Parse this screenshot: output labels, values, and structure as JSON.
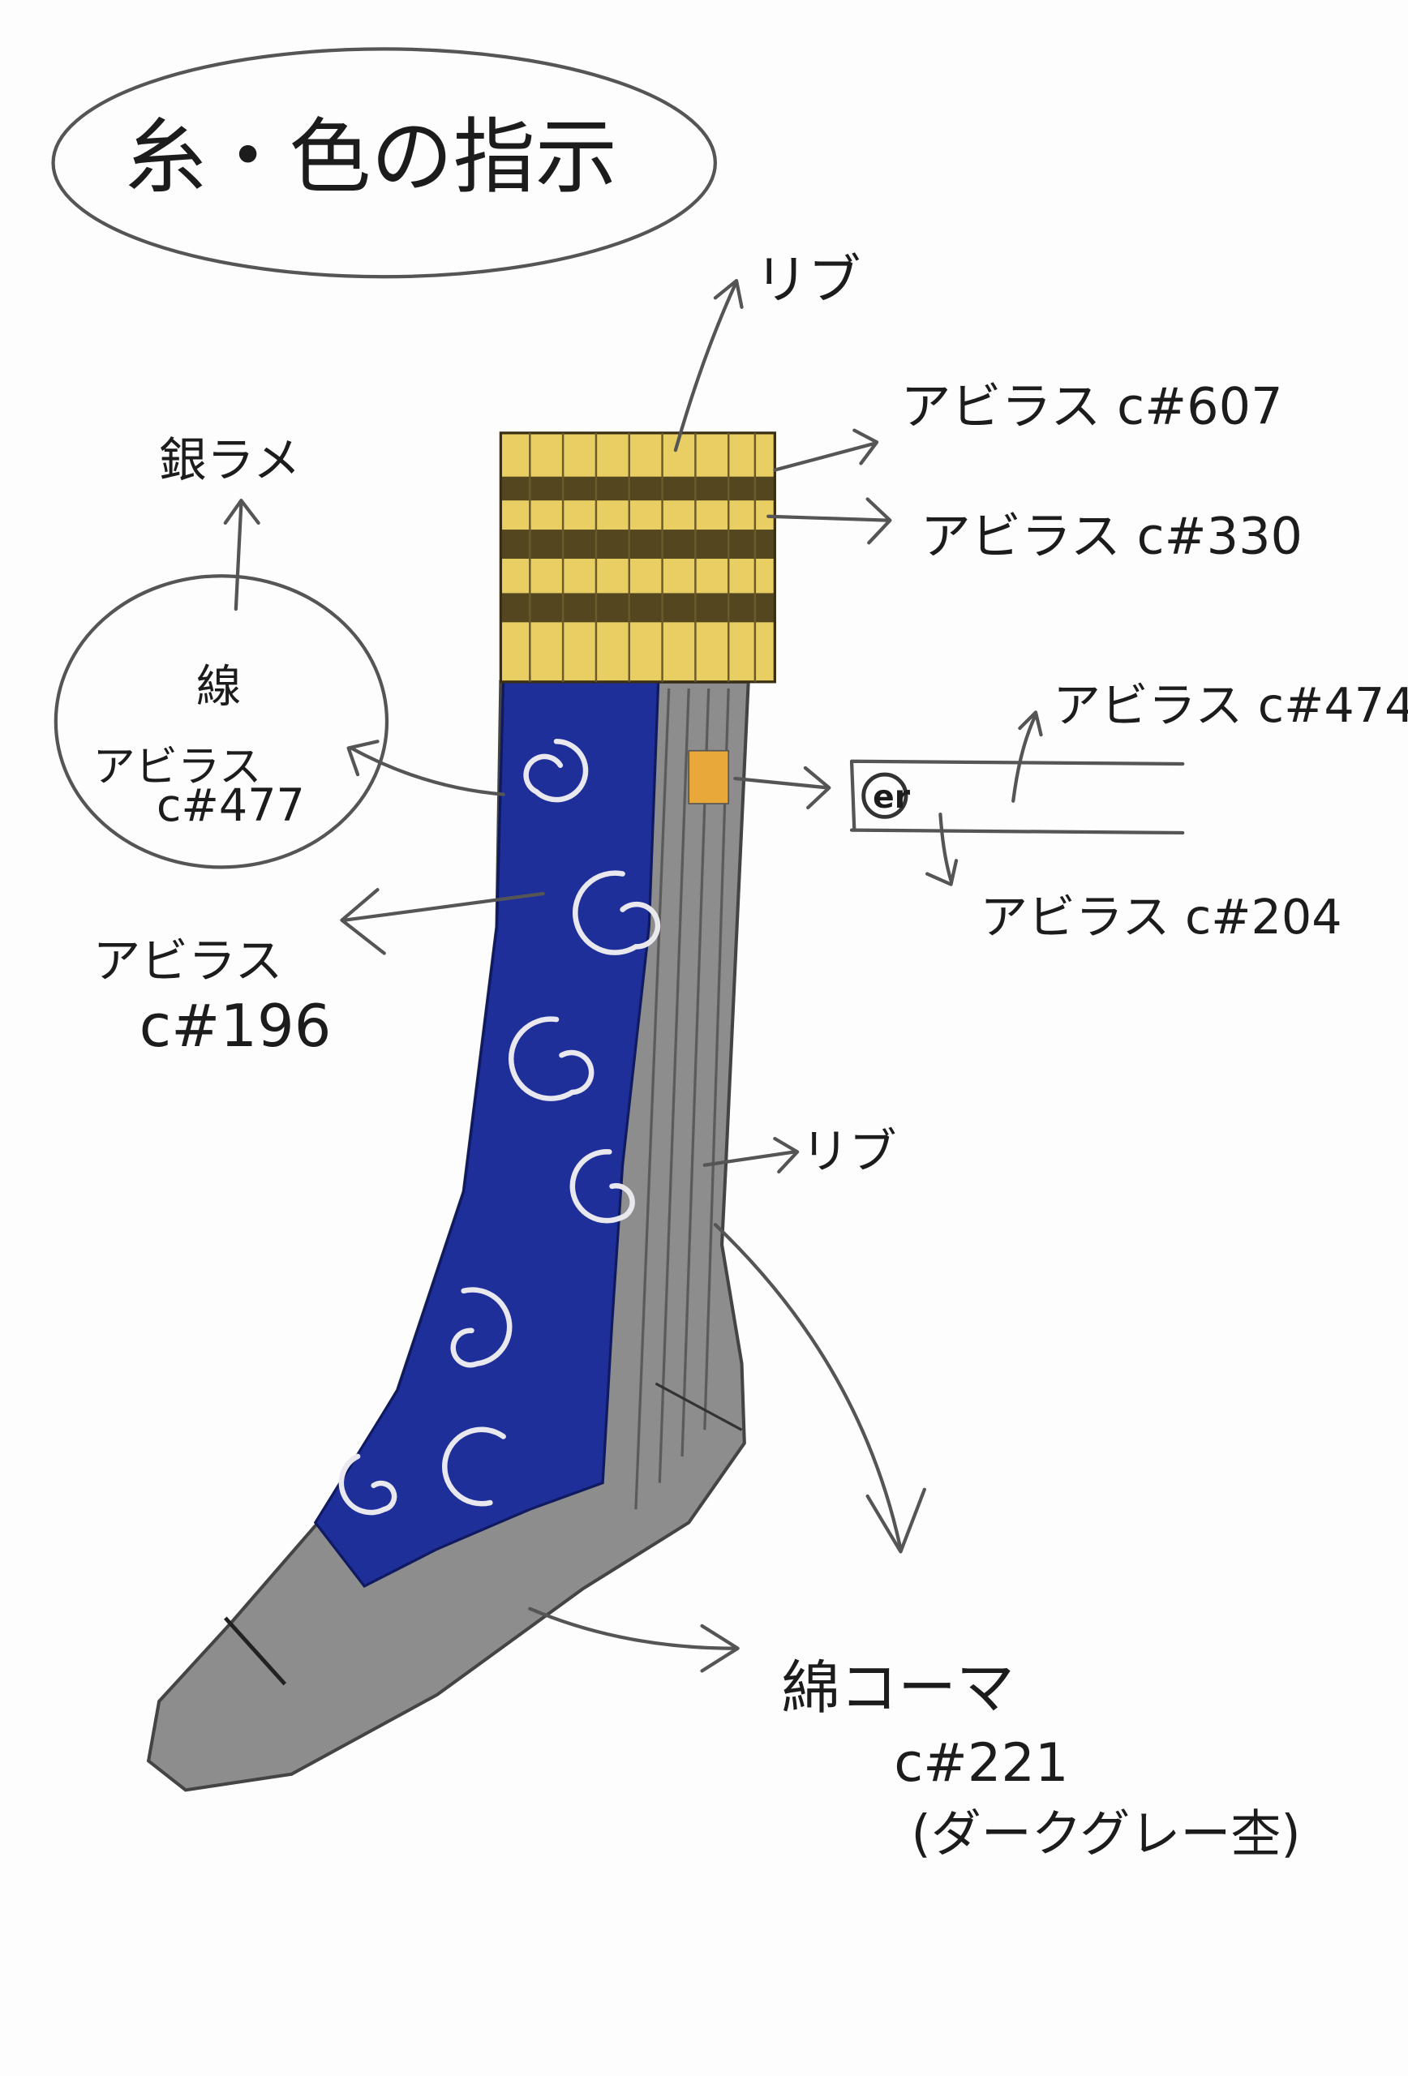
{
  "title": "糸・色の指示",
  "labels": {
    "rib_top": "リブ",
    "yarn_607": "アビラス c#607",
    "yarn_330": "アビラス c#330",
    "silver_lame": "銀ラメ",
    "line_label": "線",
    "yarn_477_name": "アビラス",
    "yarn_477_code": "c#477",
    "yarn_196_name": "アビラス",
    "yarn_196_code": "c#196",
    "yarn_474": "アビラス c#474",
    "yarn_204": "アビラス c#204",
    "rib_mid": "リブ",
    "cotton_combed": "綿コーマ",
    "yarn_221_code": "c#221",
    "yarn_221_note": "(ダークグレー杢)"
  },
  "logo_text": "er",
  "colors": {
    "cuff_yellow": "#e9cf63",
    "cuff_stripe": "#3a2f14",
    "leg_blue": "#1e2f9a",
    "sock_grey": "#8a8a8a",
    "swirl": "#e8e8ee"
  }
}
